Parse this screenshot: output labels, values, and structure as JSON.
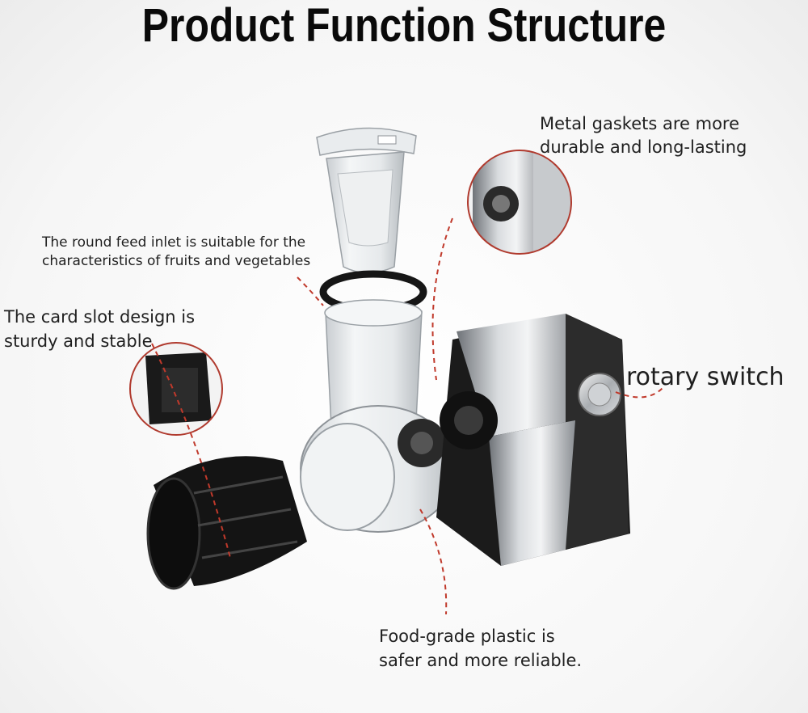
{
  "title": "Product Function Structure",
  "callouts": {
    "gasket": {
      "line1": "Metal gaskets are more",
      "line2": "durable and long-lasting"
    },
    "inlet": {
      "line1": "The round feed inlet is suitable for the",
      "line2": "characteristics of fruits and vegetables"
    },
    "slot": {
      "line1": "The card slot design is",
      "line2": "sturdy and stable"
    },
    "switch": {
      "line1": "rotary switch"
    },
    "plastic": {
      "line1": "Food-grade plastic is",
      "line2": "safer and more reliable."
    }
  },
  "colors": {
    "leader": "#c0392b",
    "body_black": "#1b1b1b",
    "steel": "#9a9ea3",
    "clear_plastic": "#dfe3e6"
  }
}
